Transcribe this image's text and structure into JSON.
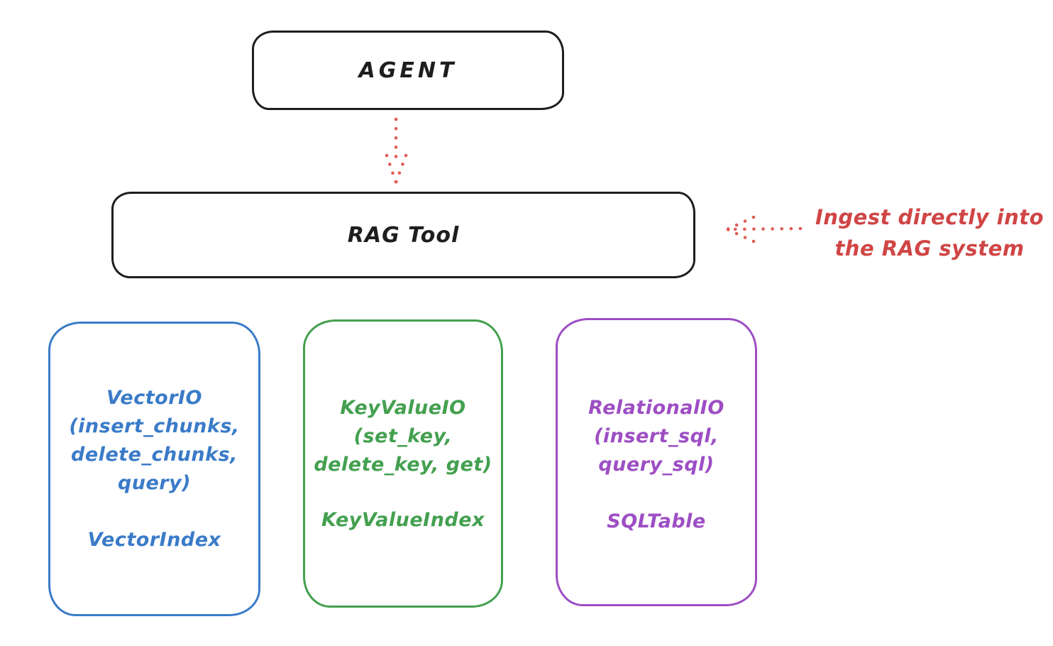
{
  "diagram": {
    "agent": {
      "label": "AGENT"
    },
    "rag_tool": {
      "label": "RAG Tool"
    },
    "ingest_note": {
      "line1": "Ingest directly into",
      "line2": "the RAG system"
    },
    "io_boxes": [
      {
        "lines": [
          "VectorIO",
          "(insert_chunks,",
          "delete_chunks,",
          "query)"
        ],
        "index_label": "VectorIndex"
      },
      {
        "lines": [
          "KeyValueIO",
          "(set_key,",
          "delete_key, get)"
        ],
        "index_label": "KeyValueIndex"
      },
      {
        "lines": [
          "RelationalIO",
          "(insert_sql,",
          "query_sql)"
        ],
        "index_label": "SQLTable"
      }
    ]
  },
  "colors": {
    "ink": "#1e1e1e",
    "red": "#d04545",
    "redSoft": "#e05c55",
    "blue": "#3a7bc8",
    "green": "#43a04f",
    "purple": "#9d4ec4",
    "background": "#ffffff"
  }
}
